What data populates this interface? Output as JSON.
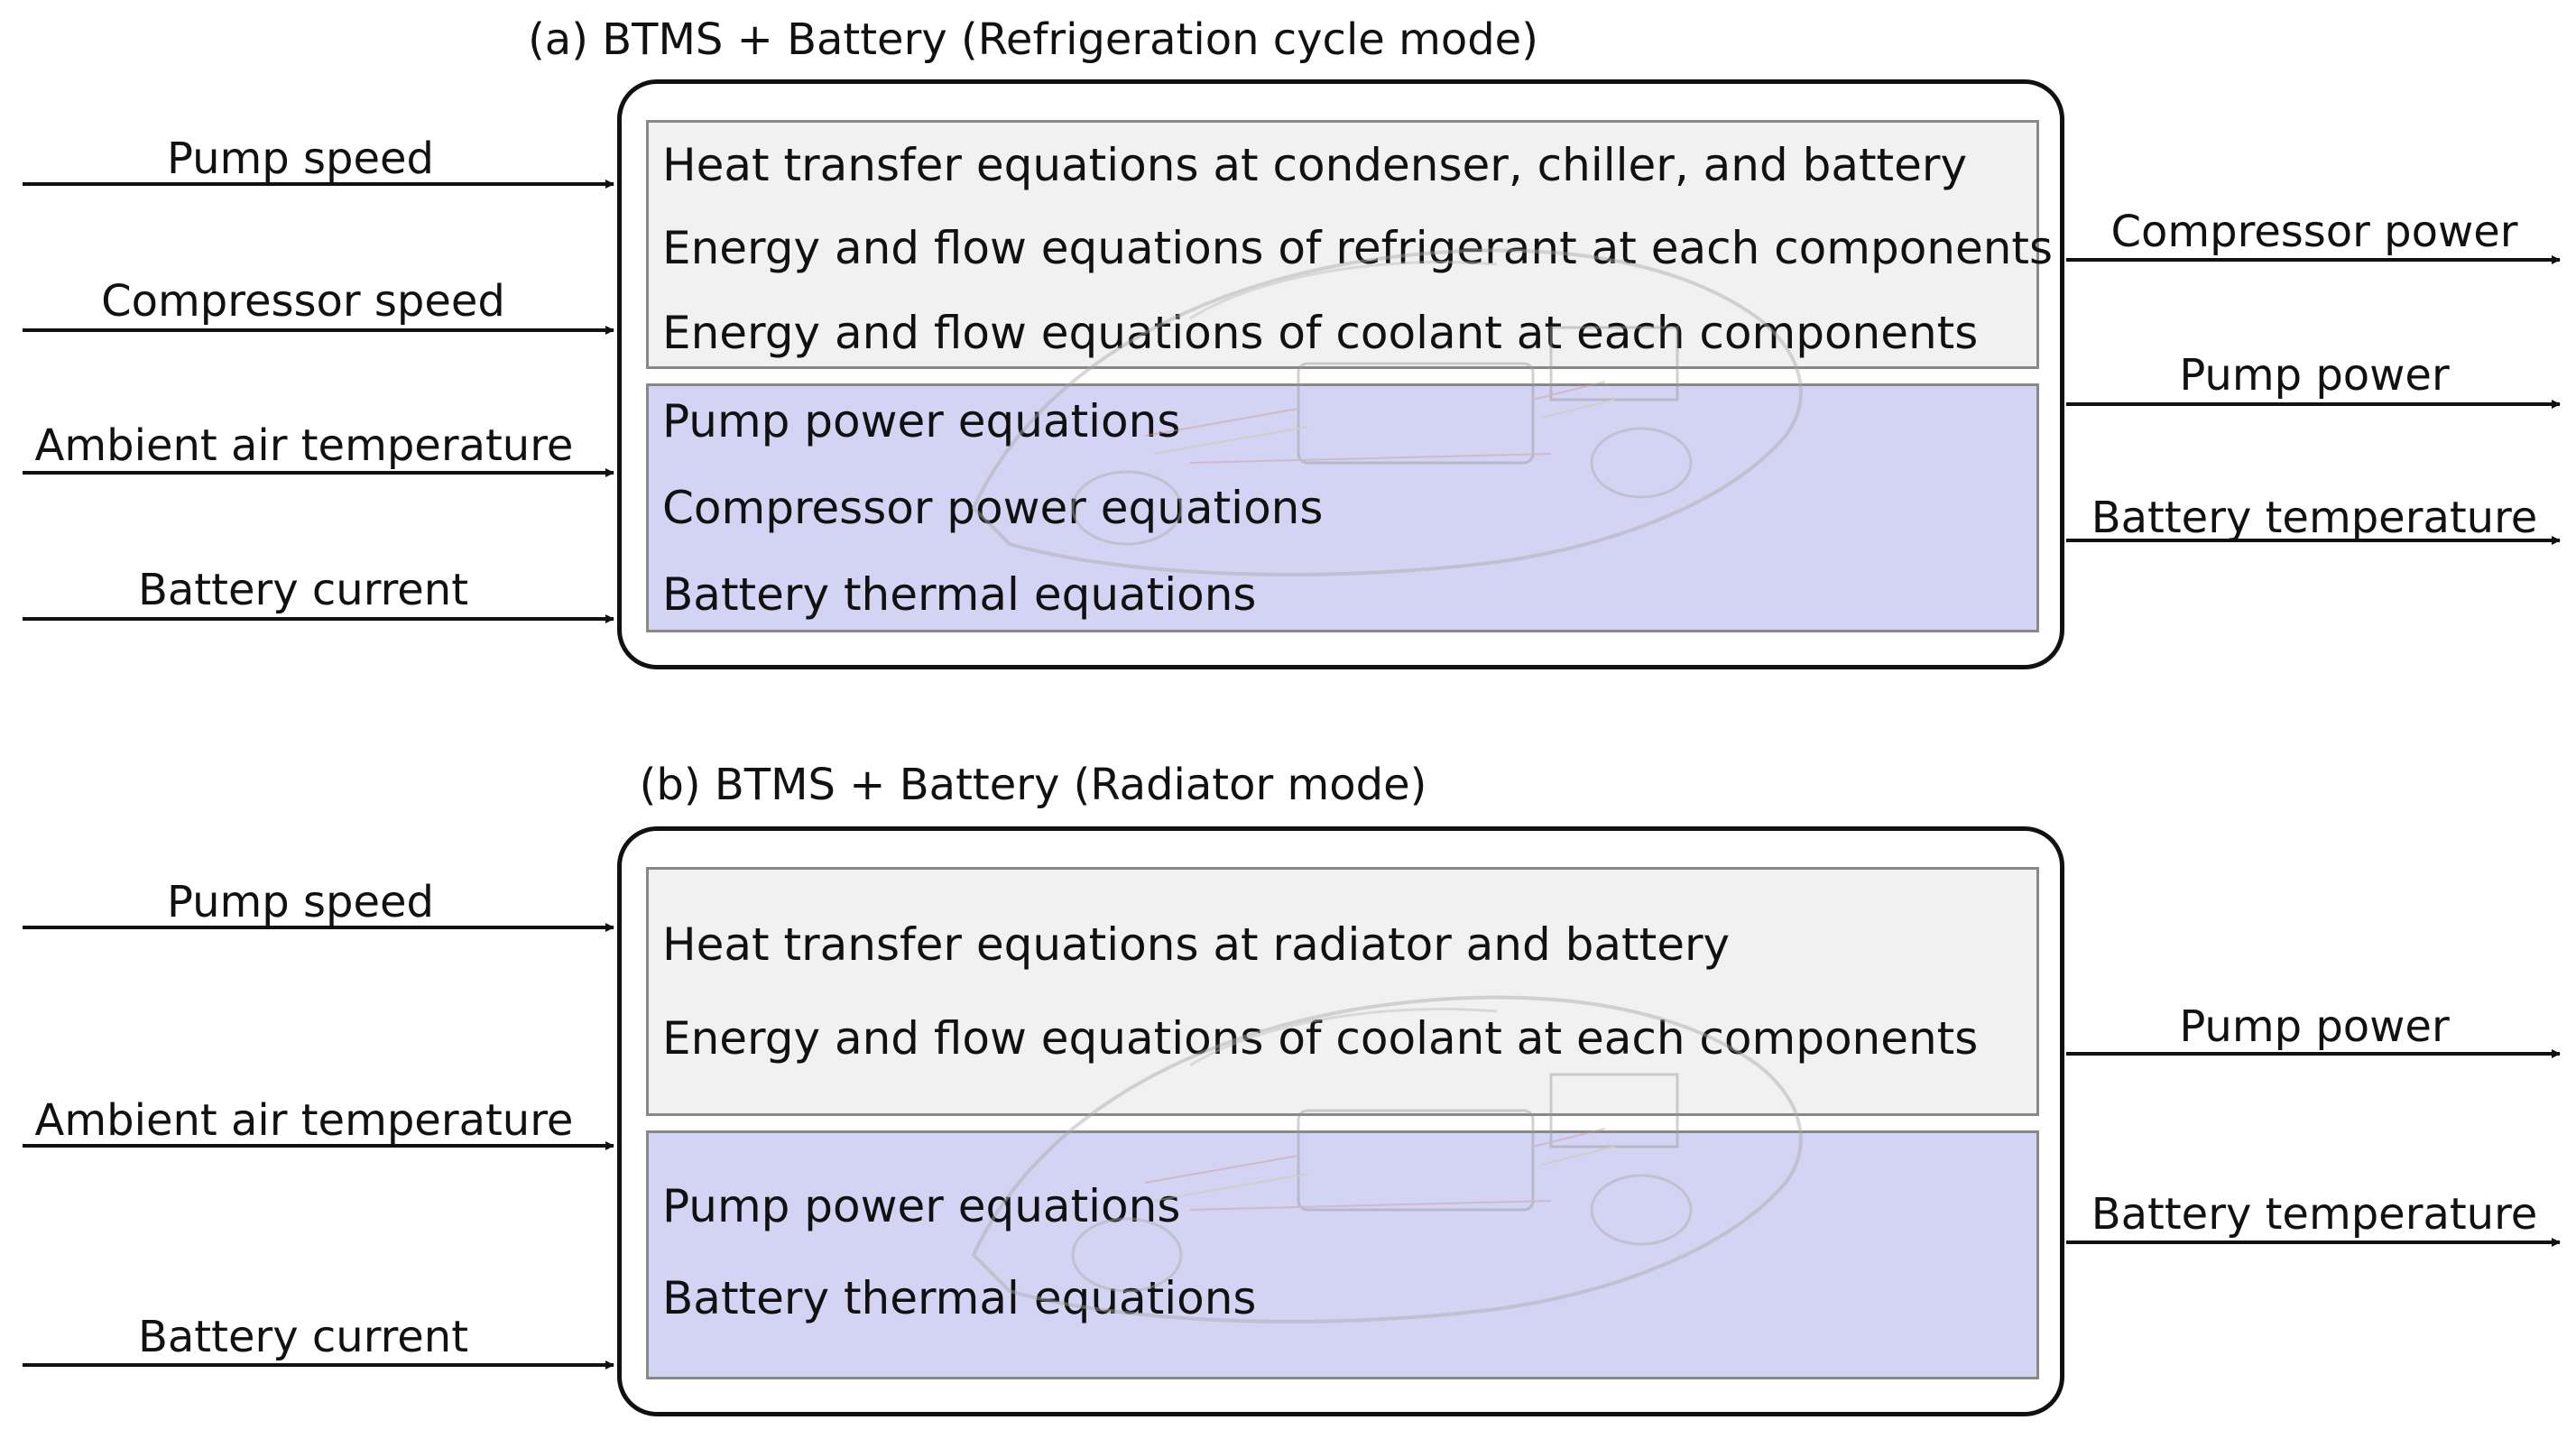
{
  "panel_a": {
    "title": "(a) BTMS + Battery (Refrigeration cycle mode)",
    "inputs": [
      "Pump speed",
      "Compressor speed",
      "Ambient air temperature",
      "Battery current"
    ],
    "outputs": [
      "Compressor power",
      "Pump power",
      "Battery temperature"
    ],
    "gray_equations": [
      "Heat transfer equations at condenser, chiller, and battery",
      "Energy and flow equations of refrigerant at each components",
      "Energy and flow equations of coolant at each components"
    ],
    "blue_equations": [
      "Pump power equations",
      "Compressor power equations",
      "Battery thermal equations"
    ]
  },
  "panel_b": {
    "title": "(b) BTMS + Battery (Radiator mode)",
    "inputs": [
      "Pump speed",
      "Ambient air temperature",
      "Battery current"
    ],
    "outputs": [
      "Pump power",
      "Battery temperature"
    ],
    "gray_equations": [
      "Heat transfer equations at radiator and battery",
      "Energy and flow equations of coolant at each components"
    ],
    "blue_equations": [
      "Pump power equations",
      "Battery thermal equations"
    ]
  },
  "colors": {
    "gray_box": "#f1f1f1",
    "blue_box": "#d3d3f3",
    "line": "#111111"
  }
}
